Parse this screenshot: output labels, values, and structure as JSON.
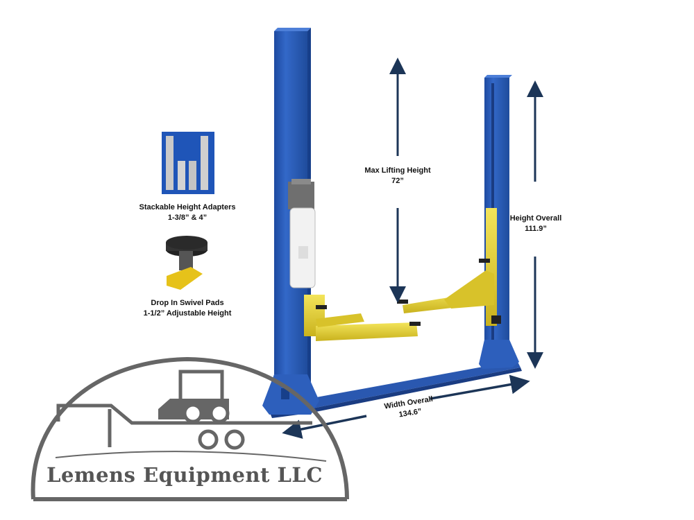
{
  "adapters_label": {
    "line1": "Stackable Height Adapters",
    "line2": "1-3/8” & 4”"
  },
  "pads_label": {
    "line1": "Drop In Swivel Pads",
    "line2": "1-1/2” Adjustable Height"
  },
  "max_height_label": {
    "line1": "Max Lifting Height",
    "line2": "72”"
  },
  "height_overall_label": {
    "line1": "Height Overall",
    "line2": "111.9”"
  },
  "width_overall_label": {
    "line1": "Width Overall",
    "line2": "134.6”"
  },
  "logo": {
    "company_name": "Lemens Equipment LLC"
  },
  "colors": {
    "column_blue": "#2a5cb8",
    "arm_yellow": "#e8d43a",
    "arrow_navy": "#1c3557",
    "logo_gray": "#666666"
  }
}
